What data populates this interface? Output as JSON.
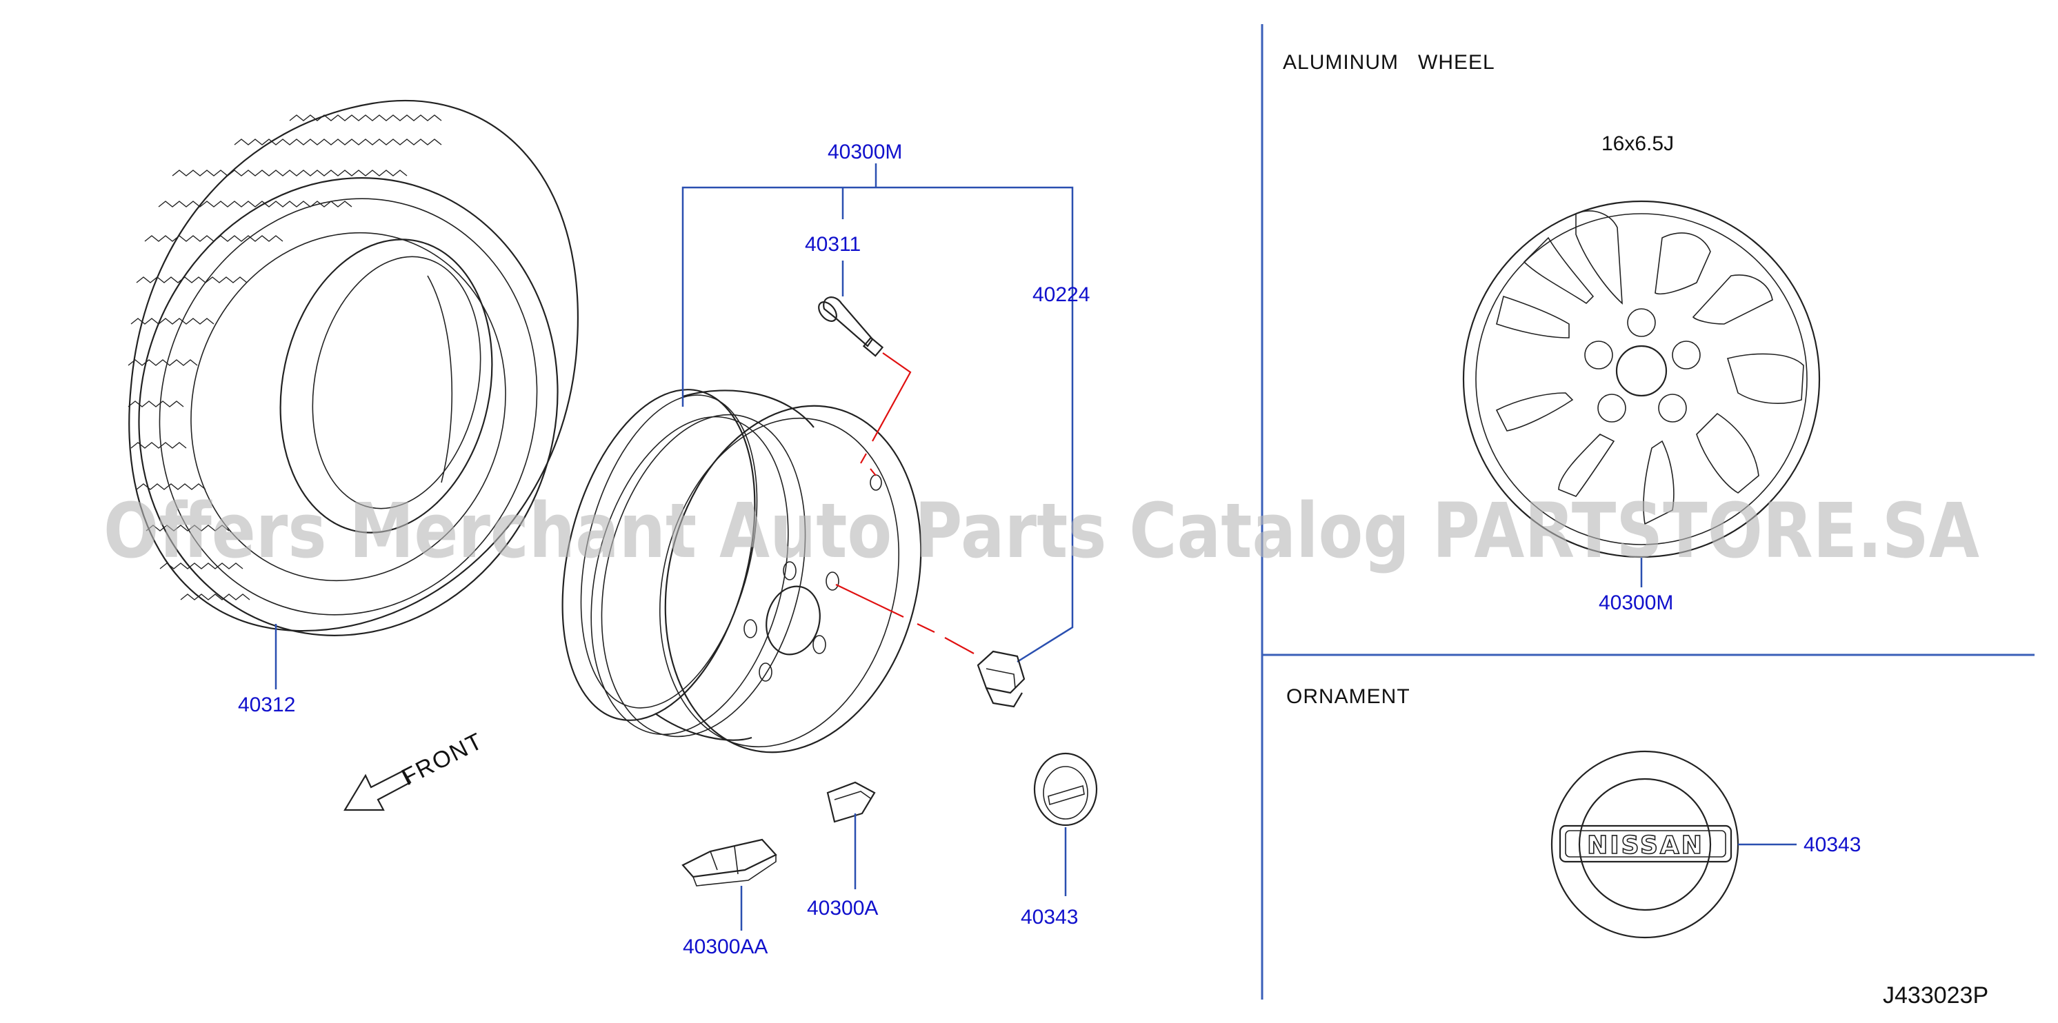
{
  "sections": {
    "aluminum_wheel_title": "ALUMINUM   WHEEL",
    "aluminum_wheel_size": "16x6.5J",
    "ornament_title": "ORNAMENT"
  },
  "parts": {
    "tire": "40312",
    "wheel_assembly": "40300M",
    "valve": "40311",
    "nut": "40224",
    "weight_balance": "40300AA",
    "weight_clip": "40300A",
    "ornament": "40343",
    "aluminum_wheel": "40300M",
    "ornament_detail": "40343"
  },
  "front_label": "FRONT",
  "badge_text": "NISSAN",
  "diagram_code": "J433023P",
  "watermark": "Offers Merchant Auto Parts Catalog PARTSTORE.SA",
  "colors": {
    "part_label": "#1010cc",
    "leader_line": "#2a4fb0",
    "red_line": "#e01010",
    "watermark": "#b8b8b8"
  }
}
